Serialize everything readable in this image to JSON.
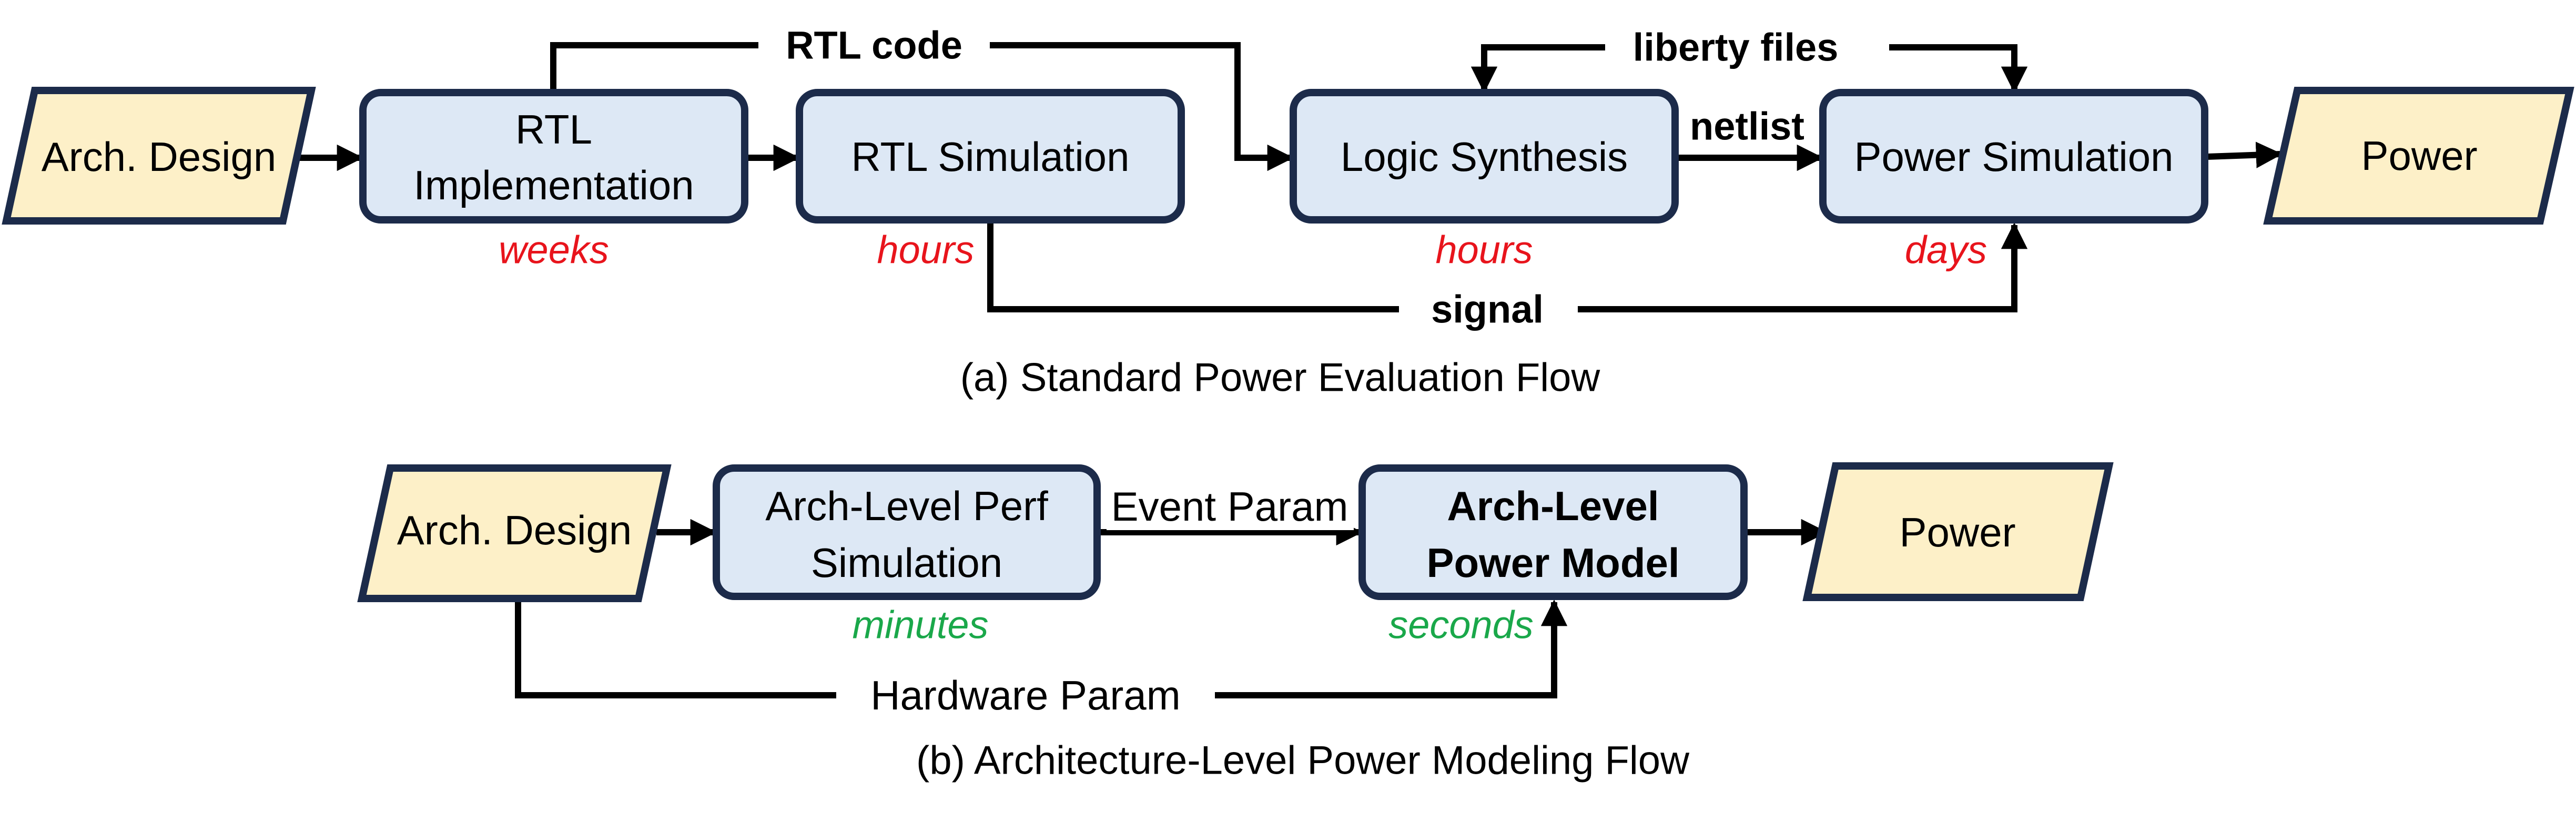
{
  "flow_a": {
    "caption": "(a) Standard Power Evaluation Flow",
    "arch_design": "Arch. Design",
    "rtl_impl_line1": "RTL",
    "rtl_impl_line2": "Implementation",
    "rtl_sim": "RTL Simulation",
    "logic_synth": "Logic Synthesis",
    "power_sim": "Power Simulation",
    "power": "Power",
    "rtl_code": "RTL code",
    "liberty_files": "liberty files",
    "netlist": "netlist",
    "signal": "signal",
    "time_impl": "weeks",
    "time_rtl_sim": "hours",
    "time_synth": "hours",
    "time_power_sim": "days"
  },
  "flow_b": {
    "caption": "(b) Architecture-Level Power Modeling Flow",
    "arch_design": "Arch. Design",
    "perf_sim_line1": "Arch-Level Perf",
    "perf_sim_line2": "Simulation",
    "power_model_line1": "Arch-Level",
    "power_model_line2": "Power Model",
    "power": "Power",
    "event_param": "Event Param",
    "hardware_param": "Hardware Param",
    "time_perf_sim": "minutes",
    "time_power_model": "seconds"
  },
  "colors": {
    "process_fill": "#dde8f5",
    "io_fill": "#fdf0c8",
    "border": "#1c2b4a",
    "slow": "#e8141c",
    "fast": "#1aa84a"
  }
}
